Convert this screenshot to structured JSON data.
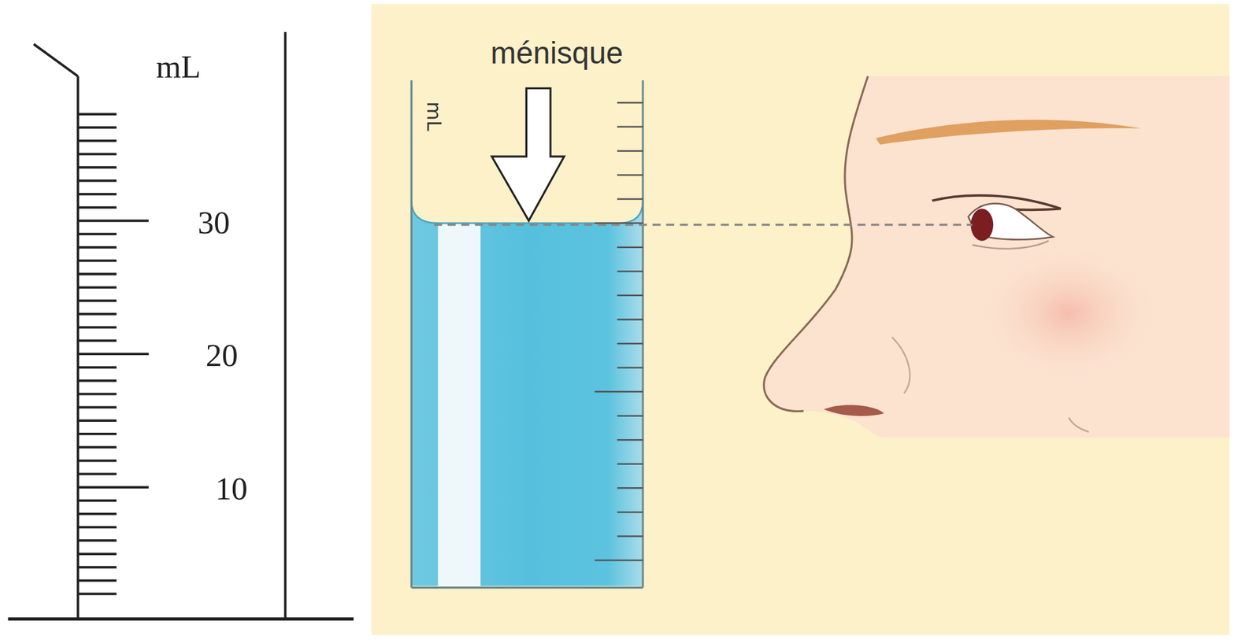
{
  "diagram": {
    "labels": [
      "mL",
      "30",
      "20",
      "10",
      "ménisque",
      "mL"
    ]
  }
}
